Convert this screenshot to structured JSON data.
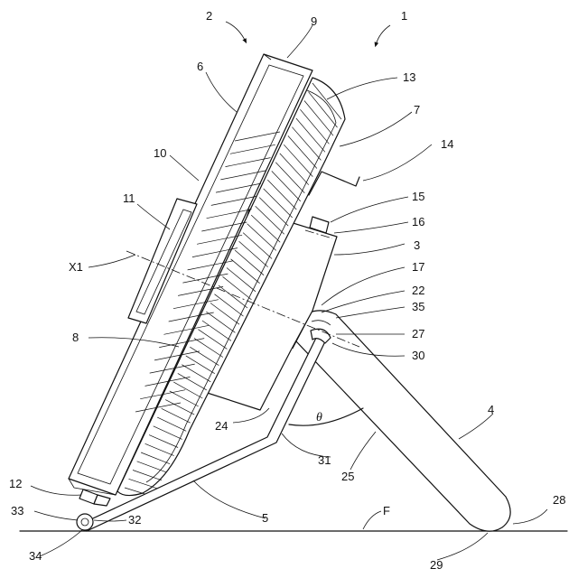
{
  "labels": {
    "l1": "1",
    "l2": "2",
    "l3": "3",
    "l4": "4",
    "l5": "5",
    "l6": "6",
    "l7": "7",
    "l8": "8",
    "l9": "9",
    "l10": "10",
    "l11": "11",
    "l12": "12",
    "l13": "13",
    "l14": "14",
    "l15": "15",
    "l16": "16",
    "l17": "17",
    "l22": "22",
    "l24": "24",
    "l25": "25",
    "l27": "27",
    "l28": "28",
    "l29": "29",
    "l30": "30",
    "l31": "31",
    "l32": "32",
    "l33": "33",
    "l34": "34",
    "l35": "35",
    "x1": "X1",
    "f": "F",
    "theta": "θ"
  }
}
